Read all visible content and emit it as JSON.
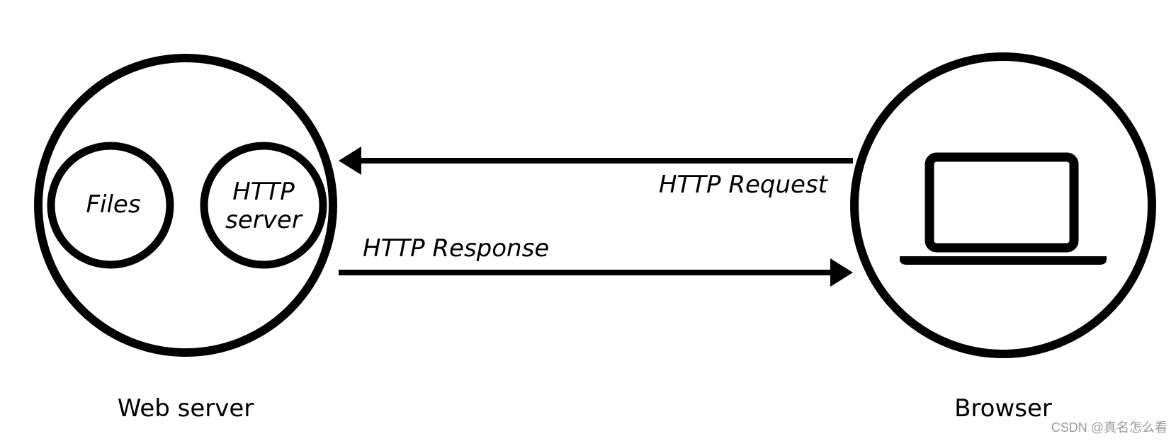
{
  "colors": {
    "stroke": "#000000",
    "background": "#ffffff",
    "watermark": "#9a9a9a"
  },
  "web_server": {
    "label": "Web server",
    "inner": {
      "files_label": "Files",
      "http_server_label_line1": "HTTP",
      "http_server_label_line2": "server"
    }
  },
  "browser": {
    "label": "Browser",
    "icon": "laptop-icon"
  },
  "arrows": {
    "request_label": "HTTP Request",
    "response_label": "HTTP Response"
  },
  "watermark": {
    "text": "CSDN @真名怎么看"
  }
}
